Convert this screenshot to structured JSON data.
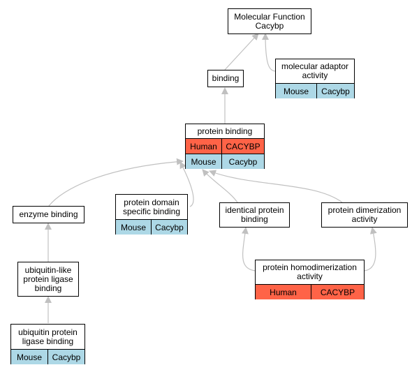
{
  "nodes": {
    "root": {
      "title": "Molecular Function\nCacybp"
    },
    "molecular_adaptor": {
      "title": "molecular adaptor\nactivity",
      "rows": [
        {
          "species": "Mouse",
          "gene": "Cacybp"
        }
      ]
    },
    "binding": {
      "title": "binding"
    },
    "protein_binding": {
      "title": "protein binding",
      "rows": [
        {
          "species": "Human",
          "gene": "CACYBP"
        },
        {
          "species": "Mouse",
          "gene": "Cacybp"
        }
      ]
    },
    "enzyme_binding": {
      "title": "enzyme binding"
    },
    "protein_domain": {
      "title": "protein domain\nspecific binding",
      "rows": [
        {
          "species": "Mouse",
          "gene": "Cacybp"
        }
      ]
    },
    "identical_protein": {
      "title": "identical protein\nbinding"
    },
    "protein_dimerization": {
      "title": "protein dimerization\nactivity"
    },
    "ubiquitin_like": {
      "title": "ubiquitin-like\nprotein ligase\nbinding"
    },
    "protein_homodimerization": {
      "title": "protein homodimerization\nactivity",
      "rows": [
        {
          "species": "Human",
          "gene": "CACYBP"
        }
      ]
    },
    "ubiquitin_protein": {
      "title": "ubiquitin protein\nligase binding",
      "rows": [
        {
          "species": "Mouse",
          "gene": "Cacybp"
        }
      ]
    }
  },
  "colors": {
    "mouse": "#add8e6",
    "human": "#ff6347",
    "edge": "#c0c0c0"
  }
}
